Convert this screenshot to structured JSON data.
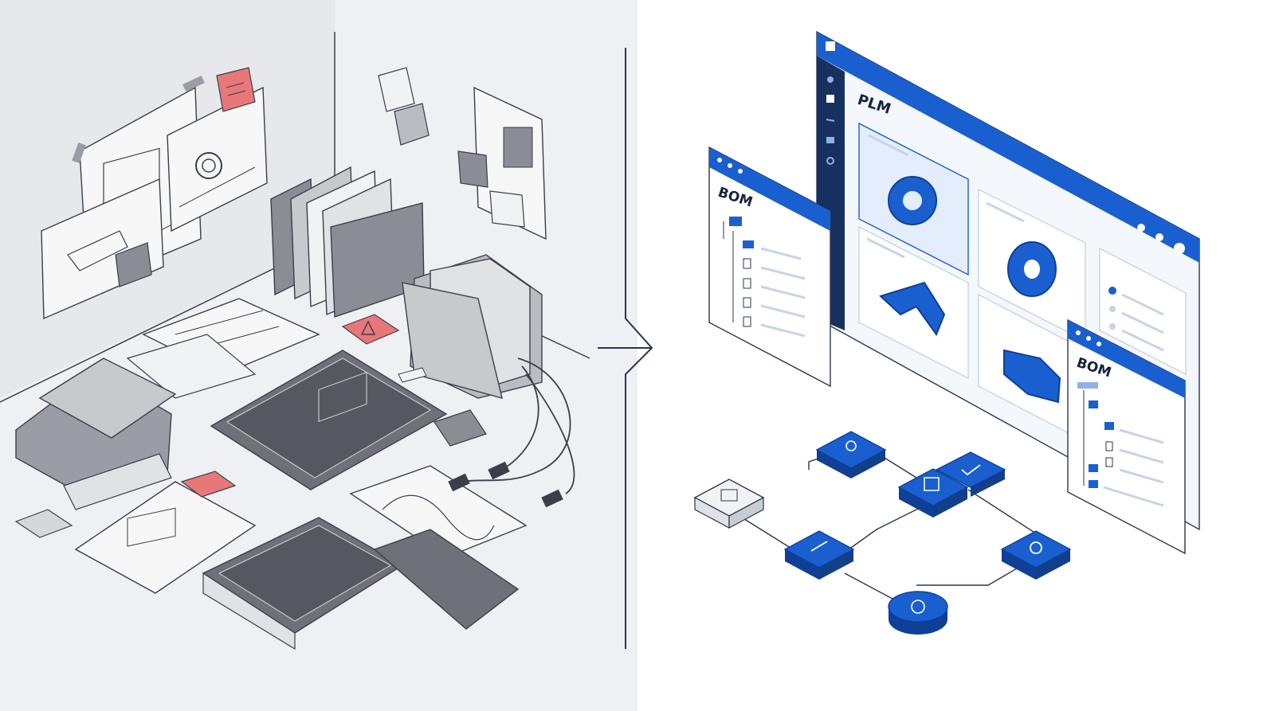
{
  "left_panel": {
    "description_free": true
  },
  "right_panel": {
    "main_window": {
      "title": "PLM"
    },
    "bom_left": {
      "title": "BOM"
    },
    "bom_right": {
      "title": "BOM"
    }
  },
  "colors": {
    "brand_blue": "#1a5fd0",
    "brand_blue_dark": "#0f3f96",
    "ink": "#3a3f4a",
    "sticky_red": "#e8777a",
    "paper": "#f4f5f7",
    "folder_gray": "#8a8d93",
    "left_bg": "#eef0f3"
  },
  "icons": {
    "wf_user": "user-icon",
    "wf_folder": "folder-icon",
    "wf_tools": "tools-icon",
    "wf_approve": "check-icon",
    "wf_doc": "document-icon",
    "wf_settings": "gear-icon",
    "wf_clock": "clock-icon",
    "sidebar": [
      "home-icon",
      "document-icon",
      "list-icon",
      "layers-icon",
      "gear-icon"
    ]
  }
}
